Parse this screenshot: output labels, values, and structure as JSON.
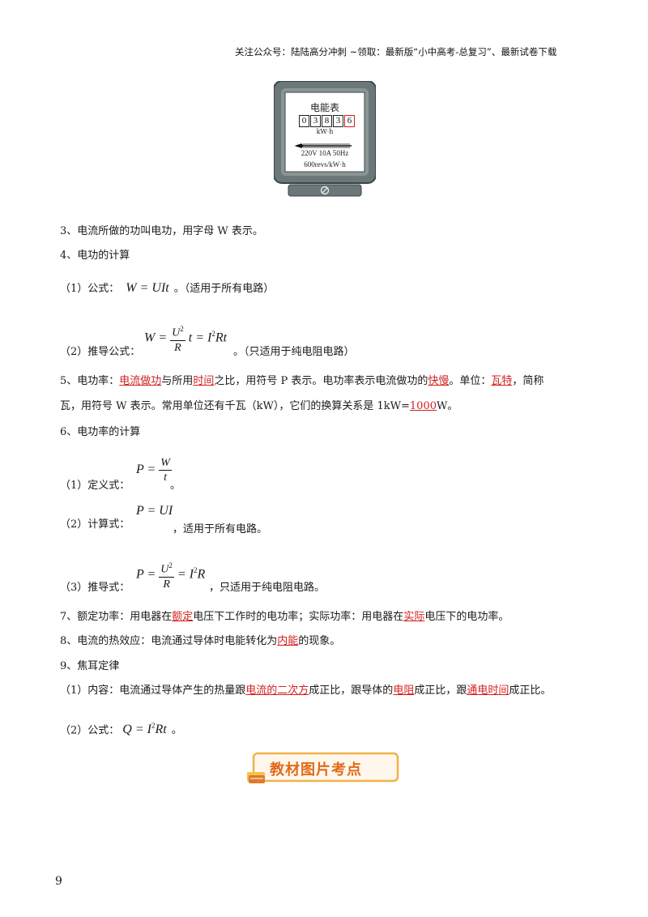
{
  "header": "关注公众号：陆陆高分冲刺 ~领取：最新版“小中高考-总复习”、最新试卷下载",
  "meter": {
    "title": "电能表",
    "digits": [
      "0",
      "3",
      "8",
      "3",
      "6"
    ],
    "unit": "kW·h",
    "spec": "220V 10A 50Hz",
    "revs": "600revs/kW·h"
  },
  "lines": {
    "l3": "3、电流所做的功叫电功，用字母 W 表示。",
    "l4": "4、电功的计算",
    "l4_1_label": "（1）公式：",
    "l4_1_note": "。（适用于所有电路）",
    "l4_2_label": "（2）推导公式：",
    "l4_2_note": "。（只适用于纯电阻电路）",
    "l5a_1": "5、电功率：",
    "l5a_u1": "电流做功",
    "l5a_2": "与所用",
    "l5a_u2": "时间",
    "l5a_3": "之比，用符号 P 表示。电功率表示电流做功的",
    "l5a_u3": "快慢",
    "l5a_4": "。单位：",
    "l5a_u4": "瓦特",
    "l5a_5": "，简称",
    "l5b_1": "瓦，用符号 W 表示。常用单位还有千瓦（kW），它们的换算关系是 1kW=",
    "l5b_u1": "1000",
    "l5b_2": "W。",
    "l6": "6、电功率的计算",
    "l6_1_label": "（1）定义式：",
    "l6_1_note": "。",
    "l6_2_label": "（2）计算式：",
    "l6_2_note": "，适用于所有电路。",
    "l6_3_label": "（3）推导式：",
    "l6_3_note": "，只适用于纯电阻电路。",
    "l7_1": "7、额定功率：用电器在",
    "l7_u1": "额定",
    "l7_2": "电压下工作时的电功率；实际功率：用电器在",
    "l7_u2": "实际",
    "l7_3": "电压下的电功率。",
    "l8_1": "8、电流的热效应：电流通过导体时电能转化为",
    "l8_u1": "内能",
    "l8_2": "的现象。",
    "l9": "9、焦耳定律",
    "l9_1_1": "（1）内容：电流通过导体产生的热量跟",
    "l9_1_u1": "电流的二次方",
    "l9_1_2": "成正比，跟导体的",
    "l9_1_u2": "电阻",
    "l9_1_3": "成正比，跟",
    "l9_1_u3": "通电时间",
    "l9_1_4": "成正比。",
    "l9_2_label": "（2）公式：",
    "l9_2_note": "。"
  },
  "formulas": {
    "w_uit": "W = UIt",
    "w_lhs": "W =",
    "w_num": "U",
    "w_den": "R",
    "w_rest": "t = I",
    "w_tail": "Rt",
    "p_lhs": "P =",
    "p_num": "W",
    "p_den": "t",
    "p_ui": "P = UI",
    "p3_lhs": "P =",
    "p3_num": "U",
    "p3_den": "R",
    "p3_rest": "= I",
    "p3_tail": "R",
    "q_lhs": "Q = I",
    "q_tail": "Rt",
    "sq": "2"
  },
  "banner": "教材图片考点",
  "page_number": "9",
  "colors": {
    "accent": "#d42020",
    "meter_body": "#5f6a6b",
    "banner_text": "#e06a1a"
  }
}
